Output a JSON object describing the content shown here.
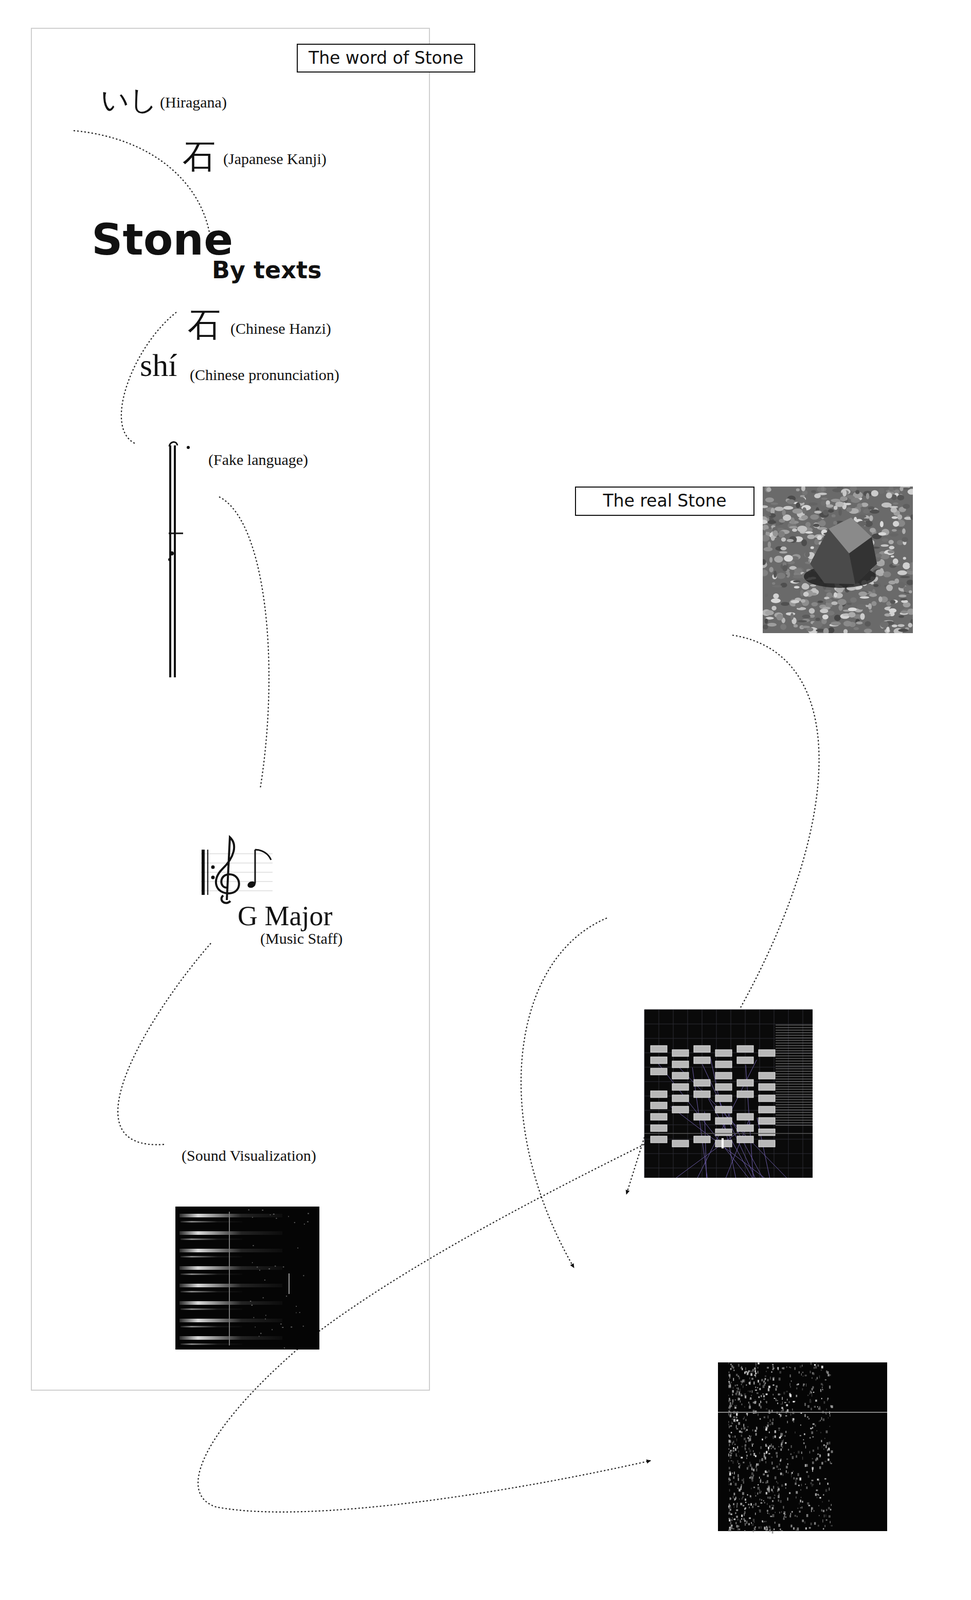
{
  "diagram": {
    "nodes": [
      {
        "text": [
          "The word of Stone"
        ]
      },
      {
        "text": [
          "The real Stone"
        ]
      }
    ],
    "labels": [
      "いし",
      "(Hiragana)",
      "石",
      "(Japanese Kanji)",
      "Stone",
      "By texts",
      "石",
      "(Chinese Hanzi)",
      "shí",
      "(Chinese pronunciation)",
      "(Fake language)",
      "G Major",
      "(Music Staff)",
      "(Sound Visualization)"
    ]
  }
}
